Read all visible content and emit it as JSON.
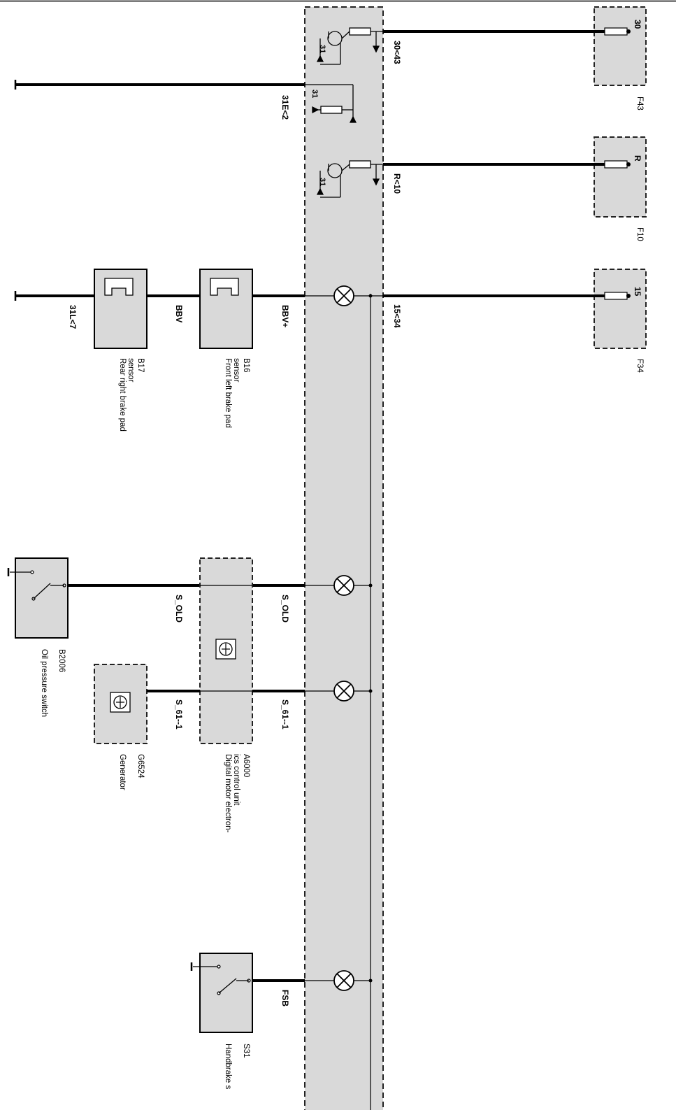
{
  "instrument_cluster": {
    "warning_lights": [
      "oil-pressure-lamp",
      "charge-lamp",
      "brake-pad-lamp",
      "handbrake-lamp"
    ],
    "ground_terminal": "31"
  },
  "fuses": [
    {
      "id": "F43",
      "terminal": "30",
      "wire": "30<43"
    },
    {
      "id": "F10",
      "terminal": "R",
      "wire": "R<10"
    },
    {
      "id": "F34",
      "terminal": "15",
      "wire": "15<34"
    }
  ],
  "ground_wires": {
    "cluster": "31E<2",
    "brake_sensor": "31L<7"
  },
  "brake_sensors": {
    "front": {
      "id": "B16",
      "desc1": "Front left brake pad",
      "desc2": "sensor",
      "wire": "BBV+"
    },
    "rear": {
      "id": "B17",
      "desc1": "Rear right brake pad",
      "desc2": "sensor",
      "wire": "BBV"
    }
  },
  "oil_pressure": {
    "id": "B2006",
    "desc": "Oil pressure switch",
    "wire_in": "S_OLD",
    "wire_out": "S_OLD"
  },
  "dme": {
    "id": "A6000",
    "desc1": "Digital motor electron-",
    "desc2": "ics control unit"
  },
  "generator": {
    "id": "G6524",
    "desc": "Generator",
    "wire_in": "S_61--1",
    "wire_out": "S_61--1"
  },
  "handbrake": {
    "id": "S31",
    "desc": "Handbrake s",
    "wire": "FSB"
  }
}
